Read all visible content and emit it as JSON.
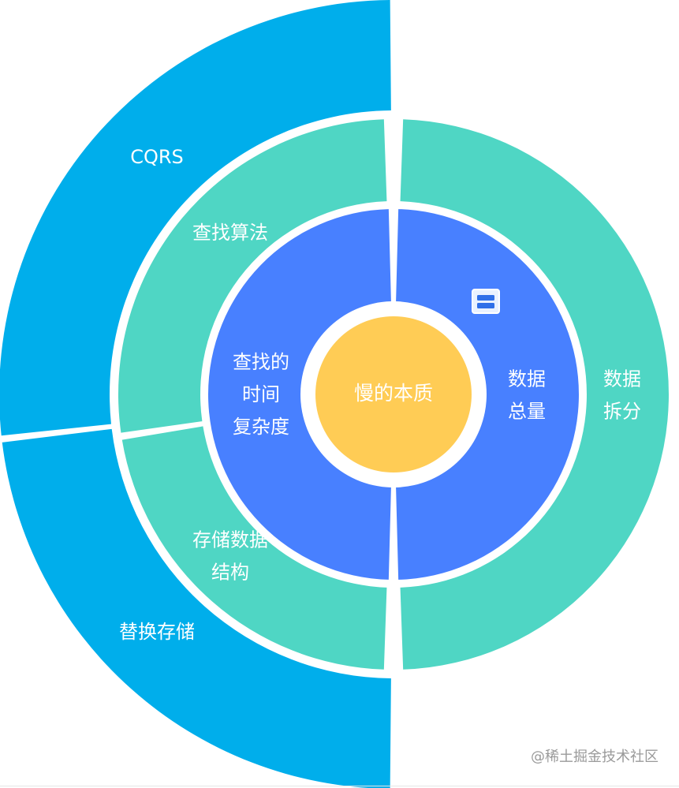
{
  "colors": {
    "outer": "#00AEEB",
    "middle": "#4FD6C4",
    "inner": "#4880FF",
    "core": "#FFCC55",
    "text": "#FFFFFF",
    "background": "#FFFFFF"
  },
  "core": {
    "label": "慢的本质"
  },
  "inner_ring": [
    {
      "id": "time_complexity",
      "lines": [
        "查找的",
        "时间",
        "复杂度"
      ]
    },
    {
      "id": "data_volume",
      "lines": [
        "数据",
        "总量"
      ],
      "icon": "list-icon"
    }
  ],
  "middle_ring": [
    {
      "id": "search_algorithm",
      "lines": [
        "查找算法"
      ]
    },
    {
      "id": "storage_structure",
      "lines": [
        "存储数据",
        "结构"
      ]
    },
    {
      "id": "data_split",
      "lines": [
        "数据",
        "拆分"
      ]
    }
  ],
  "outer_ring": [
    {
      "id": "cqrs",
      "lines": [
        "CQRS"
      ]
    },
    {
      "id": "replace_storage",
      "lines": [
        "替换存储"
      ]
    }
  ],
  "watermark": {
    "text": "@稀土掘金技术社区"
  }
}
